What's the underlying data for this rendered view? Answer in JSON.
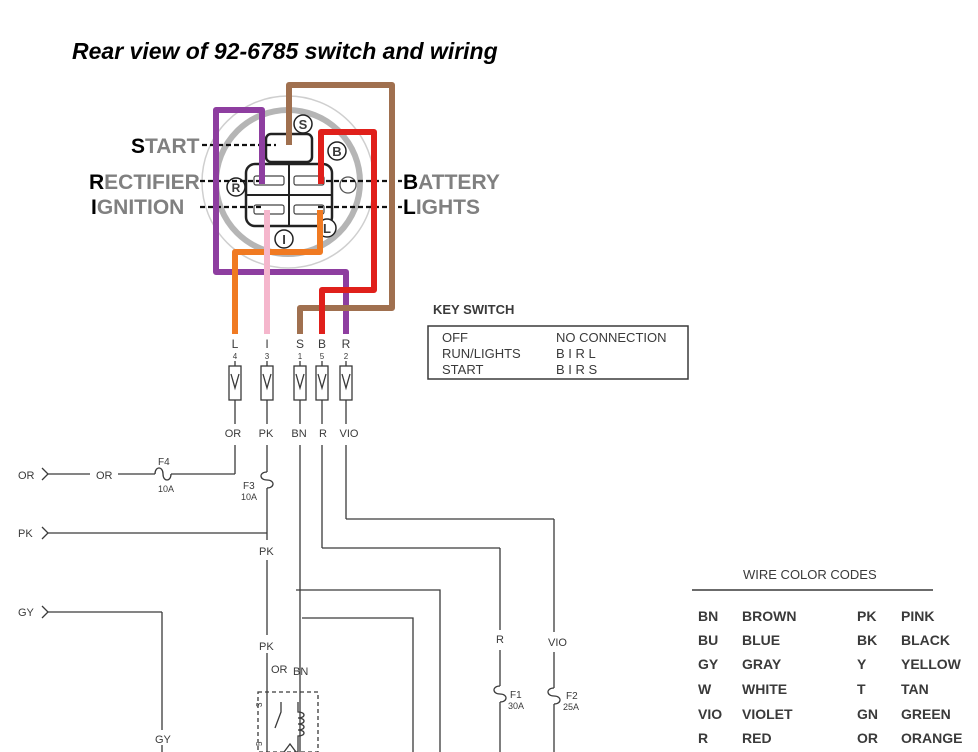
{
  "title": "Rear view of 92-6785 switch and wiring",
  "terminal_callouts": [
    {
      "first": "S",
      "rest": "TART"
    },
    {
      "first": "R",
      "rest": "ECTIFIER"
    },
    {
      "first": "I",
      "rest": "GNITION"
    },
    {
      "first": "B",
      "rest": "ATTERY"
    },
    {
      "first": "L",
      "rest": "IGHTS"
    }
  ],
  "switch_pins": {
    "S": "S",
    "B": "B",
    "R": "R",
    "I": "I",
    "L": "L"
  },
  "connector_pins": [
    {
      "letter": "L",
      "num": "4",
      "wire": "OR"
    },
    {
      "letter": "I",
      "num": "3",
      "wire": "PK"
    },
    {
      "letter": "S",
      "num": "1",
      "wire": "BN"
    },
    {
      "letter": "B",
      "num": "5",
      "wire": "R"
    },
    {
      "letter": "R",
      "num": "2",
      "wire": "VIO"
    }
  ],
  "key_switch": {
    "title": "KEY SWITCH",
    "rows": [
      {
        "position": "OFF",
        "connection": "NO CONNECTION"
      },
      {
        "position": "RUN/LIGHTS",
        "connection": "B I R L"
      },
      {
        "position": "START",
        "connection": "B I R S"
      }
    ]
  },
  "left_labels": {
    "or_input": "OR",
    "or_mid": "OR",
    "pk_input": "PK",
    "gy_input": "GY",
    "gy_lower": "GY",
    "pk_mid": "PK",
    "pk_lower": "PK",
    "or_relay": "OR",
    "bn_relay": "BN",
    "r_lower": "R",
    "vio_lower": "VIO"
  },
  "fuses": [
    {
      "id": "F4",
      "rating": "10A"
    },
    {
      "id": "F3",
      "rating": "10A"
    },
    {
      "id": "F1",
      "rating": "30A"
    },
    {
      "id": "F2",
      "rating": "25A"
    }
  ],
  "relay_pins": {
    "pin3": "3",
    "pin5": "5"
  },
  "wire_color_codes": {
    "title": "WIRE COLOR CODES",
    "rows": [
      {
        "c1": "BN",
        "n1": "BROWN",
        "c2": "PK",
        "n2": "PINK"
      },
      {
        "c1": "BU",
        "n1": "BLUE",
        "c2": "BK",
        "n2": "BLACK"
      },
      {
        "c1": "GY",
        "n1": "GRAY",
        "c2": "Y",
        "n2": "YELLOW"
      },
      {
        "c1": "W",
        "n1": "WHITE",
        "c2": "T",
        "n2": "TAN"
      },
      {
        "c1": "VIO",
        "n1": "VIOLET",
        "c2": "GN",
        "n2": "GREEN"
      },
      {
        "c1": "R",
        "n1": "RED",
        "c2": "OR",
        "n2": "ORANGE"
      }
    ]
  },
  "wire_colors": {
    "violet": "#8e3ea0",
    "brown": "#a0704f",
    "red": "#e0201b",
    "orange": "#f07a22",
    "pink": "#f5b6cc"
  }
}
